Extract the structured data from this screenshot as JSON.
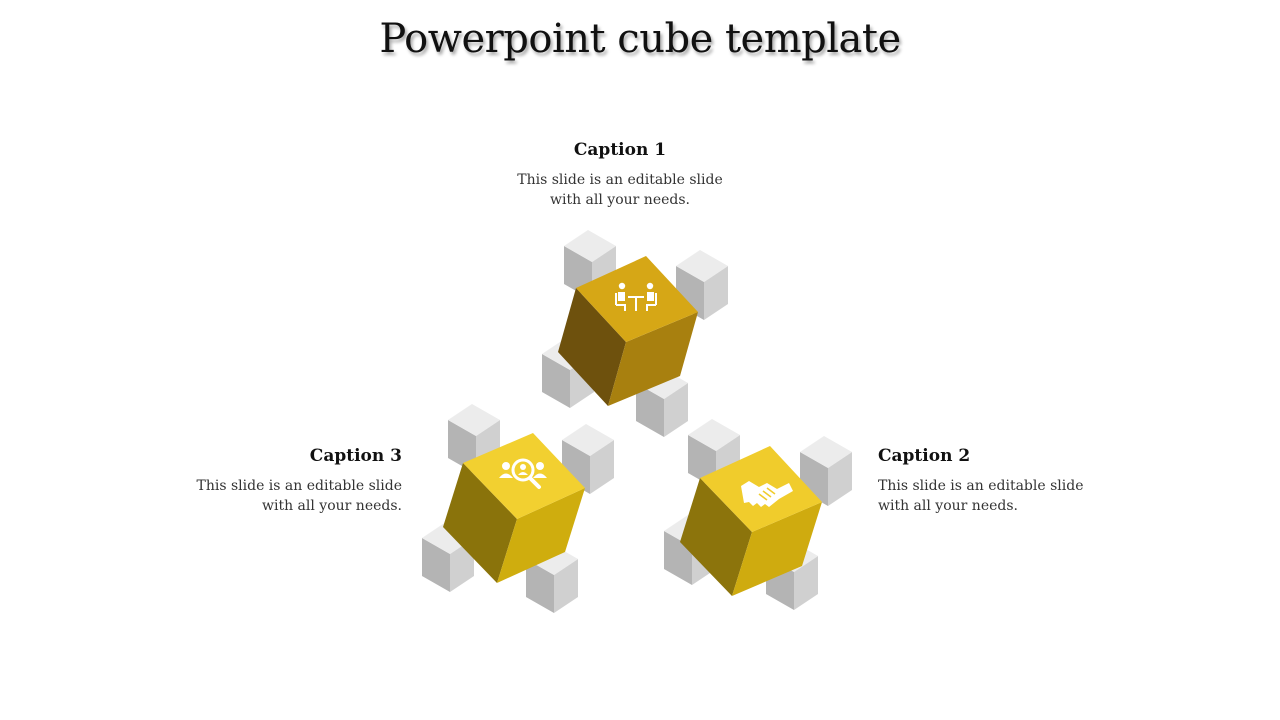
{
  "title": "Powerpoint cube template",
  "captions": [
    {
      "id": "caption-1",
      "title": "Caption 1",
      "text": "This slide is an editable slide with all your needs.",
      "icon": "meeting-icon",
      "color": "#D6A716"
    },
    {
      "id": "caption-2",
      "title": "Caption 2",
      "text": "This slide is an editable slide with all your needs.",
      "icon": "handshake-icon",
      "color": "#F0CC2C"
    },
    {
      "id": "caption-3",
      "title": "Caption 3",
      "text": "This slide is an editable slide with all your needs.",
      "icon": "search-people-icon",
      "color": "#F2D030"
    }
  ],
  "colors": {
    "cube_top_1": "#D6A716",
    "cube_left_1": "#6E510D",
    "cube_right_1": "#A8800F",
    "cube_top_2": "#F0CC2C",
    "cube_left_2": "#8C740C",
    "cube_right_2": "#CFAB0F",
    "cube_top_3": "#F2D030",
    "cube_left_3": "#8A730B",
    "cube_right_3": "#CFAD0E",
    "gray_top": "#ECECEC",
    "gray_left": "#B4B4B4",
    "gray_right": "#D0D0D0"
  }
}
